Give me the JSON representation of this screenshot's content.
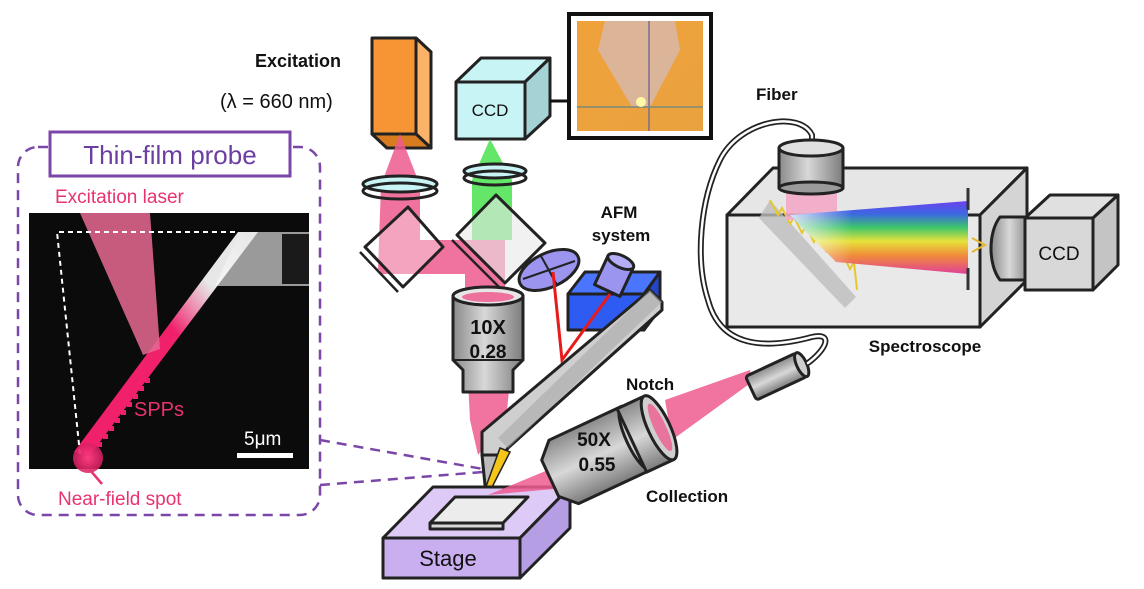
{
  "figure": {
    "type": "schematic",
    "subject": "TERS (tip-enhanced Raman spectroscopy) setup with thin-film probe"
  },
  "labels": {
    "excitation_title": "Excitation",
    "excitation_wavelength": "(λ = 660 nm)",
    "ccd_top": "CCD",
    "afm_line1": "AFM",
    "afm_line2": "system",
    "objective_top_mag": "10X",
    "objective_top_na": "0.28",
    "objective_side_mag": "50X",
    "objective_side_na": "0.55",
    "notch": "Notch",
    "collection": "Collection",
    "stage": "Stage",
    "fiber": "Fiber",
    "spectroscope": "Spectroscope",
    "ccd_right": "CCD"
  },
  "inset": {
    "title": "Thin-film probe",
    "excitation_laser": "Excitation  laser",
    "spps": "SPPs",
    "scale_bar": "5μm",
    "near_field_spot": "Near-field spot"
  },
  "colors": {
    "laser_pink": "#ee5b8f",
    "signal_green": "#49e24f",
    "laser_source_orange": "#f79535",
    "ccd_cyan": "#c9f4f6",
    "afm_blue": "#2e5bf2",
    "afm_lens_lavender": "#9b95f0",
    "stage_lavender": "#c9aef0",
    "probe_gold": "#f5c518",
    "inset_purple": "#7a47a8",
    "afm_laser_red": "#e81a1a",
    "camera_image_orange": "#efa43a"
  }
}
